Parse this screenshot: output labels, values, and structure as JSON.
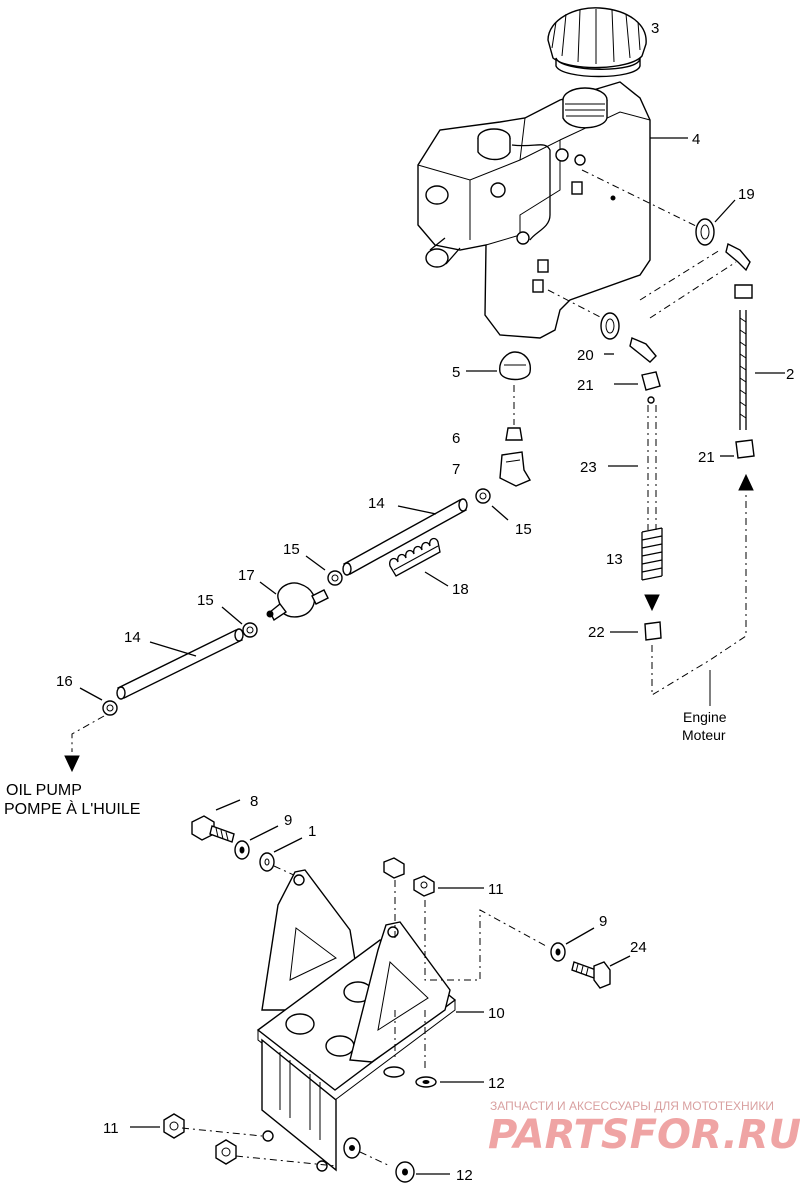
{
  "callouts": {
    "c1": "1",
    "c2": "2",
    "c3": "3",
    "c4": "4",
    "c5": "5",
    "c6": "6",
    "c7": "7",
    "c8": "8",
    "c9a": "9",
    "c9b": "9",
    "c10": "10",
    "c11a": "11",
    "c11b": "11",
    "c12a": "12",
    "c12b": "12",
    "c13": "13",
    "c14a": "14",
    "c14b": "14",
    "c15a": "15",
    "c15b": "15",
    "c15c": "15",
    "c16": "16",
    "c17": "17",
    "c18": "18",
    "c19": "19",
    "c20": "20",
    "c21a": "21",
    "c21b": "21",
    "c22": "22",
    "c23": "23",
    "c24": "24"
  },
  "labels": {
    "oil_pump_en": "OIL PUMP",
    "oil_pump_fr": "POMPE À L'HUILE",
    "engine_en": "Engine",
    "engine_fr": "Moteur"
  },
  "watermark": {
    "tagline": "ЗАПЧАСТИ И АКСЕССУАРЫ ДЛЯ МОТОТЕХНИКИ",
    "brand": "PARTSFOR.RU",
    "color": "#e35a5a"
  }
}
